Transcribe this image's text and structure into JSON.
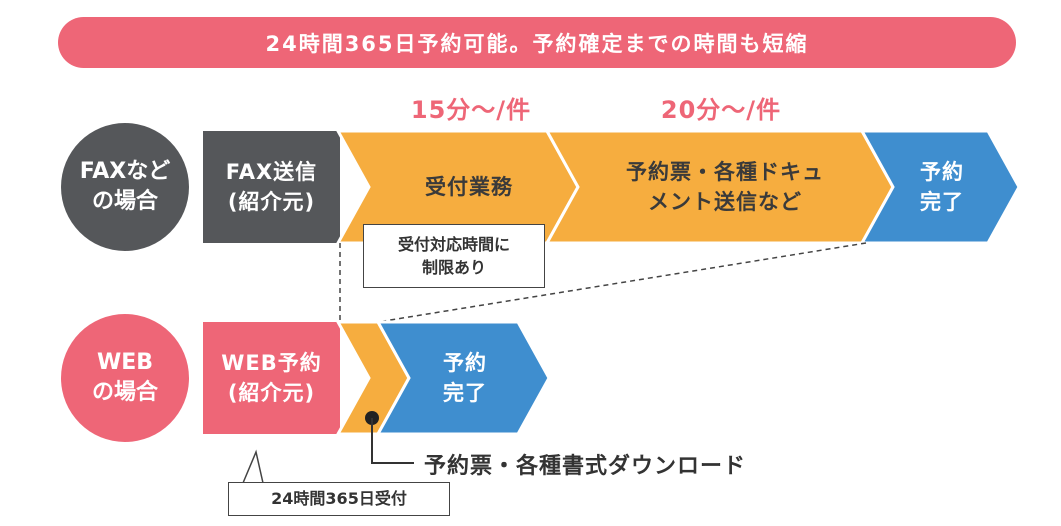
{
  "banner": {
    "text": "24時間365日予約可能。予約確定までの時間も短縮"
  },
  "rates": {
    "reception": "15分〜/件",
    "documents": "20分〜/件"
  },
  "fax_row": {
    "label": "FAXなど\nの場合",
    "steps": {
      "fax_send": "FAX送信\n(紹介元)",
      "reception": "受付業務",
      "documents": "予約票・各種ドキュ\nメント送信など",
      "complete": "予約\n完了"
    },
    "note": "受付対応時間に\n制限あり"
  },
  "web_row": {
    "label": "WEB\nの場合",
    "steps": {
      "web_reserve": "WEB予約\n(紹介元)",
      "complete": "予約\n完了"
    },
    "download": "予約票・各種書式ダウンロード",
    "note": "24時間365日受付"
  },
  "colors": {
    "pink": "#ee6677",
    "dark_gray": "#55575a",
    "orange": "#f6ad3f",
    "blue": "#3f8ecf"
  }
}
